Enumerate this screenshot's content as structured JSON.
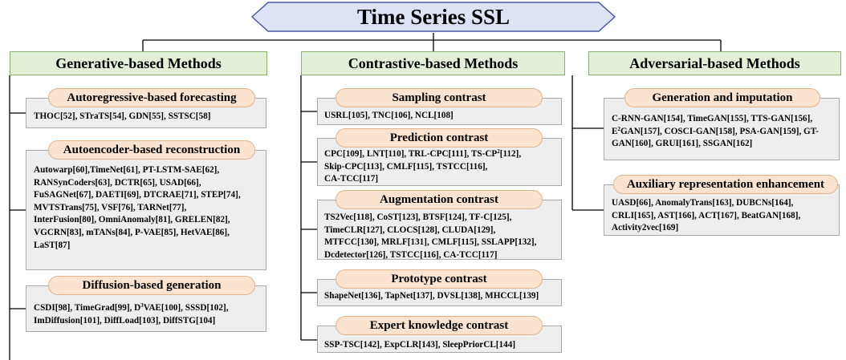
{
  "title": "Time Series SSL",
  "categories": [
    {
      "label": "Generative-based Methods",
      "groups": [
        {
          "label": "Autoregressive-based forecasting",
          "lines": [
            "THOC[52], STraTS[54], GDN[55], SSTSC[58]"
          ]
        },
        {
          "label": "Autoencoder-based reconstruction",
          "lines": [
            "Autowarp[60],TimeNet[61], PT-LSTM-SAE[62],",
            "RANSynCoders[63], DCTR[65], USAD[66],",
            "FuSAGNet[67], DAETI[69], DTCRAE[71], STEP[74],",
            "MVTSTrans[75], VSF[76], TARNet[77],",
            "InterFusion[80], OmniAnomaly[81], GRELEN[82],",
            "VGCRN[83], mTANs[84], P-VAE[85], HetVAE[86],",
            "LaST[87]"
          ]
        },
        {
          "label": "Diffusion-based generation",
          "lines": [
            "CSDI[98],  TimeGrad[99], D^3VAE[100], SSSD[102],",
            "ImDiffusion[101], DiffLoad[103], DiffSTG[104]"
          ]
        }
      ]
    },
    {
      "label": "Contrastive-based Methods",
      "groups": [
        {
          "label": "Sampling contrast",
          "lines": [
            "USRL[105], TNC[106], NCL[108]"
          ]
        },
        {
          "label": "Prediction contrast",
          "lines": [
            "CPC[109], LNT[110], TRL-CPC[111], TS-CP^2[112],",
            "Skip-CPC[113], CMLF[115], TSTCC[116],",
            "CA-TCC[117]"
          ]
        },
        {
          "label": "Augmentation contrast",
          "lines": [
            "TS2Vec[118], CoST[123], BTSF[124], TF-C[125],",
            "TimeCLR[127], CLOCS[128], CLUDA[129],",
            "MTFCC[130], MRLF[131], CMLF[115], SSLAPP[132],",
            "Dcdetector[126], TSTCC[116], CA-TCC[117]"
          ]
        },
        {
          "label": "Prototype contrast",
          "lines": [
            "ShapeNet[136], TapNet[137], DVSL[138], MHCCL[139]"
          ]
        },
        {
          "label": "Expert knowledge contrast",
          "lines": [
            "SSP-TSC[142], ExpCLR[143], SleepPriorCL[144]"
          ]
        }
      ]
    },
    {
      "label": "Adversarial-based Methods",
      "groups": [
        {
          "label": "Generation and imputation",
          "lines": [
            "C-RNN-GAN[154], TimeGAN[155], TTS-GAN[156],",
            "E^2GAN[157], COSCI-GAN[158], PSA-GAN[159], GT-",
            "GAN[160], GRUI[161], SSGAN[162]"
          ]
        },
        {
          "label": "Auxiliary representation enhancement",
          "lines": [
            "UASD[66], AnomalyTrans[163], DUBCNs[164],",
            "CRLI[165], AST[166], ACT[167], BeatGAN[168],",
            "Activity2vec[169]"
          ]
        }
      ]
    }
  ],
  "colors": {
    "title_fill": "#dde3f5",
    "title_border": "#4b57a3",
    "category_fill": "#e3efd6",
    "category_border": "#88b06a",
    "group_fill": "#fbe3d0",
    "group_border": "#e2b38f",
    "box_fill": "#eeeeee",
    "box_border": "#a8a8a8",
    "connector": "#000000"
  }
}
